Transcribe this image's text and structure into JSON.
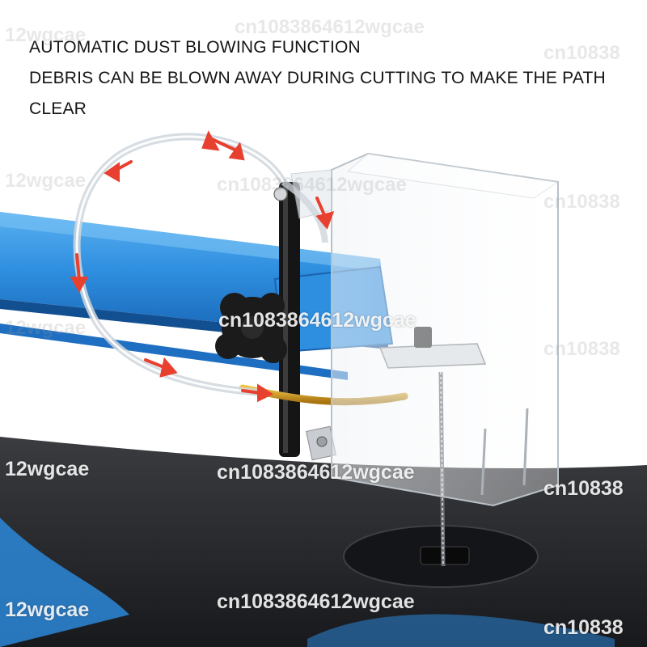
{
  "caption": {
    "line1": "AUTOMATIC DUST BLOWING FUNCTION",
    "line2": "DEBRIS CAN BE BLOWN AWAY DURING CUTTING TO MAKE THE PATH",
    "line3": "CLEAR"
  },
  "watermarks": {
    "a": "12wgcae",
    "b": "cn1083864612wgcae",
    "c": "cn10838"
  },
  "colors": {
    "arm_blue": "#2f8fe0",
    "table_black": "#1e1f22",
    "arrow_red": "#e8402f",
    "brass_tube": "#d29a1e"
  }
}
